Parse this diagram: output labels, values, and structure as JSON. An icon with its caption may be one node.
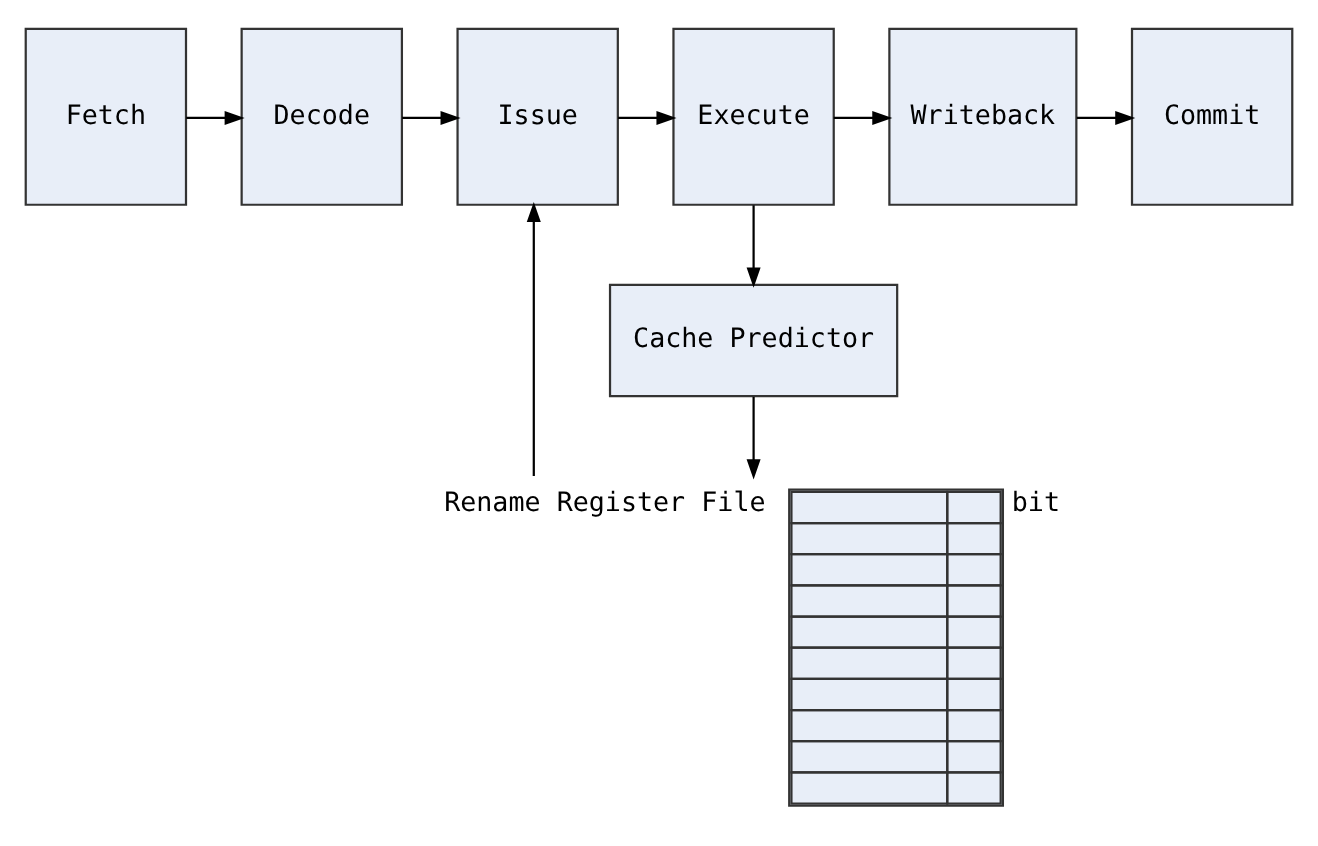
{
  "diagram": {
    "nodes": [
      {
        "text": [
          "Fetch"
        ]
      },
      {
        "text": [
          "Decode"
        ]
      },
      {
        "text": [
          "Issue"
        ]
      },
      {
        "text": [
          "Execute"
        ]
      },
      {
        "text": [
          "Writeback"
        ]
      },
      {
        "text": [
          "Commit"
        ]
      },
      {
        "text": [
          "Rename Register File"
        ],
        "beside": [
          "bit"
        ]
      },
      {
        "text": [
          "Cache Predictor"
        ]
      }
    ],
    "edges": [
      {
        "from": 0,
        "to": 1,
        "arrow": "to"
      },
      {
        "from": 1,
        "to": 2,
        "arrow": "to"
      },
      {
        "from": 2,
        "to": 3,
        "arrow": "to"
      },
      {
        "from": 3,
        "to": 4,
        "arrow": "to"
      },
      {
        "from": 4,
        "to": 5,
        "arrow": "to"
      },
      {
        "from": 6,
        "to": 2,
        "arrow": "to"
      },
      {
        "from": 3,
        "to": 7,
        "arrow": "to"
      },
      {
        "from": 7,
        "to": 6,
        "arrow": "to"
      }
    ]
  }
}
